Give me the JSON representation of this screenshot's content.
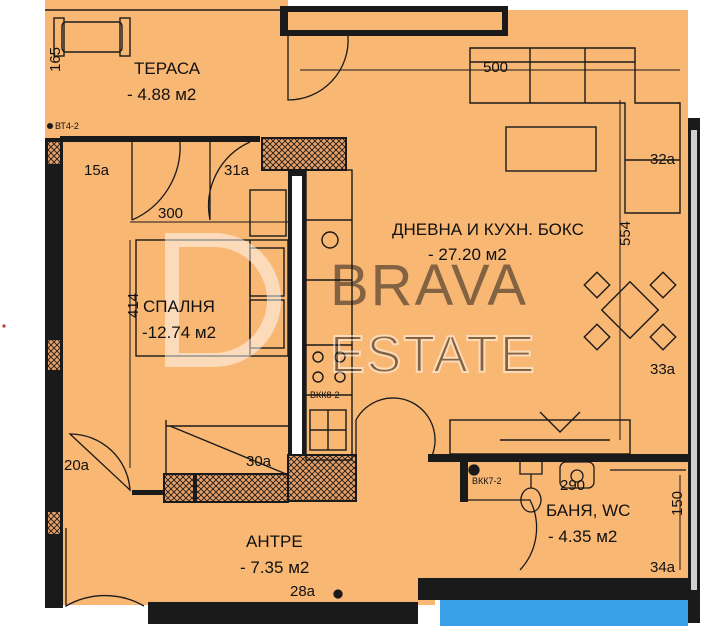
{
  "colors": {
    "floor": "#f9b774",
    "wall": "#1a1a1a",
    "hatch_bg": "#e9a066",
    "bath_tile": "#3aa0e8",
    "watermark": "#ffffff"
  },
  "rooms": {
    "terrace": {
      "name": "ТЕРАСА",
      "area": "- 4.88 м2"
    },
    "living": {
      "name": "ДНЕВНА И КУХН. БОКС",
      "area": "- 27.20 м2"
    },
    "bedroom": {
      "name": "СПАЛНЯ",
      "area": "-12.74 м2"
    },
    "hall": {
      "name": "АНТРЕ",
      "area": "- 7.35 м2"
    },
    "bathroom": {
      "name": "БАНЯ, WC",
      "area": "- 4.35 м2"
    }
  },
  "dimensions": {
    "d165": "165",
    "d500": "500",
    "d300": "300",
    "d414": "414",
    "d554": "554",
    "d290": "290",
    "d150": "150"
  },
  "labels": {
    "a15": "15а",
    "a31": "31а",
    "a32": "32а",
    "a33": "33а",
    "a20": "20а",
    "a30": "30а",
    "a28": "28а",
    "a34": "34а"
  },
  "tags": {
    "vt4": "ВТ4-2",
    "vkk8": "ВКК8-2",
    "vkk7": "ВКК7-2"
  },
  "watermark": {
    "top": "BRAVA",
    "bottom": "ESTATE"
  }
}
